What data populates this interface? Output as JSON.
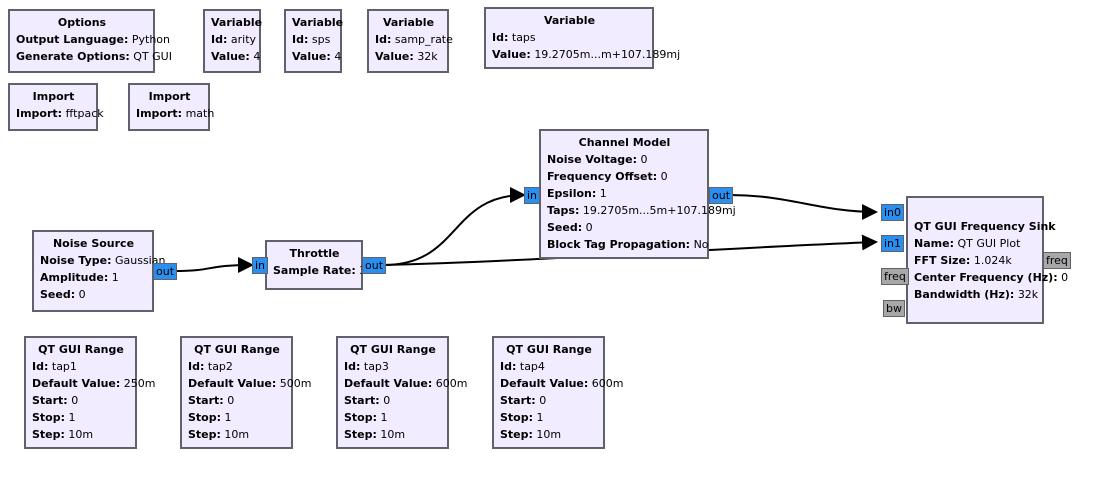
{
  "blocks": {
    "options": {
      "title": "Options",
      "params": [
        {
          "key": "Output Language",
          "value": "Python"
        },
        {
          "key": "Generate Options",
          "value": "QT GUI"
        }
      ]
    },
    "var_arity": {
      "title": "Variable",
      "params": [
        {
          "key": "Id",
          "value": "arity"
        },
        {
          "key": "Value",
          "value": "4"
        }
      ]
    },
    "var_sps": {
      "title": "Variable",
      "params": [
        {
          "key": "Id",
          "value": "sps"
        },
        {
          "key": "Value",
          "value": "4"
        }
      ]
    },
    "var_samp_rate": {
      "title": "Variable",
      "params": [
        {
          "key": "Id",
          "value": "samp_rate"
        },
        {
          "key": "Value",
          "value": "32k"
        }
      ]
    },
    "var_taps": {
      "title": "Variable",
      "params": [
        {
          "key": "Id",
          "value": "taps"
        },
        {
          "key": "Value",
          "value": "19.2705m...m+107.189mj"
        }
      ]
    },
    "import_fftpack": {
      "title": "Import",
      "params": [
        {
          "key": "Import",
          "value": "fftpack"
        }
      ]
    },
    "import_math": {
      "title": "Import",
      "params": [
        {
          "key": "Import",
          "value": "math"
        }
      ]
    },
    "channel_model": {
      "title": "Channel Model",
      "params": [
        {
          "key": "Noise Voltage",
          "value": "0"
        },
        {
          "key": "Frequency Offset",
          "value": "0"
        },
        {
          "key": "Epsilon",
          "value": "1"
        },
        {
          "key": "Taps",
          "value": "19.2705m...5m+107.189mj"
        },
        {
          "key": "Seed",
          "value": "0"
        },
        {
          "key": "Block Tag Propagation",
          "value": "No"
        }
      ]
    },
    "noise_source": {
      "title": "Noise Source",
      "params": [
        {
          "key": "Noise Type",
          "value": "Gaussian"
        },
        {
          "key": "Amplitude",
          "value": "1"
        },
        {
          "key": "Seed",
          "value": "0"
        }
      ]
    },
    "throttle": {
      "title": "Throttle",
      "params": [
        {
          "key": "Sample Rate",
          "value": "32k"
        }
      ]
    },
    "freq_sink": {
      "title": "QT GUI Frequency Sink",
      "params": [
        {
          "key": "Name",
          "value": "QT GUI Plot"
        },
        {
          "key": "FFT Size",
          "value": "1.024k"
        },
        {
          "key": "Center Frequency (Hz)",
          "value": "0"
        },
        {
          "key": "Bandwidth (Hz)",
          "value": "32k"
        }
      ]
    },
    "range_tap1": {
      "title": "QT GUI Range",
      "params": [
        {
          "key": "Id",
          "value": "tap1"
        },
        {
          "key": "Default Value",
          "value": "250m"
        },
        {
          "key": "Start",
          "value": "0"
        },
        {
          "key": "Stop",
          "value": "1"
        },
        {
          "key": "Step",
          "value": "10m"
        }
      ]
    },
    "range_tap2": {
      "title": "QT GUI Range",
      "params": [
        {
          "key": "Id",
          "value": "tap2"
        },
        {
          "key": "Default Value",
          "value": "500m"
        },
        {
          "key": "Start",
          "value": "0"
        },
        {
          "key": "Stop",
          "value": "1"
        },
        {
          "key": "Step",
          "value": "10m"
        }
      ]
    },
    "range_tap3": {
      "title": "QT GUI Range",
      "params": [
        {
          "key": "Id",
          "value": "tap3"
        },
        {
          "key": "Default Value",
          "value": "600m"
        },
        {
          "key": "Start",
          "value": "0"
        },
        {
          "key": "Stop",
          "value": "1"
        },
        {
          "key": "Step",
          "value": "10m"
        }
      ]
    },
    "range_tap4": {
      "title": "QT GUI Range",
      "params": [
        {
          "key": "Id",
          "value": "tap4"
        },
        {
          "key": "Default Value",
          "value": "600m"
        },
        {
          "key": "Start",
          "value": "0"
        },
        {
          "key": "Stop",
          "value": "1"
        },
        {
          "key": "Step",
          "value": "10m"
        }
      ]
    }
  },
  "ports": {
    "noise_out": "out",
    "throttle_in": "in",
    "throttle_out": "out",
    "channel_in": "in",
    "channel_out": "out",
    "sink_in0": "in0",
    "sink_in1": "in1",
    "sink_freq_in": "freq",
    "sink_bw": "bw",
    "sink_freq_out": "freq"
  },
  "colors": {
    "block_fill": "#f1ecff",
    "block_border": "#61616b",
    "stream_port": "#2b8ff0",
    "message_port": "#a7a7a7",
    "wire": "#000000"
  }
}
